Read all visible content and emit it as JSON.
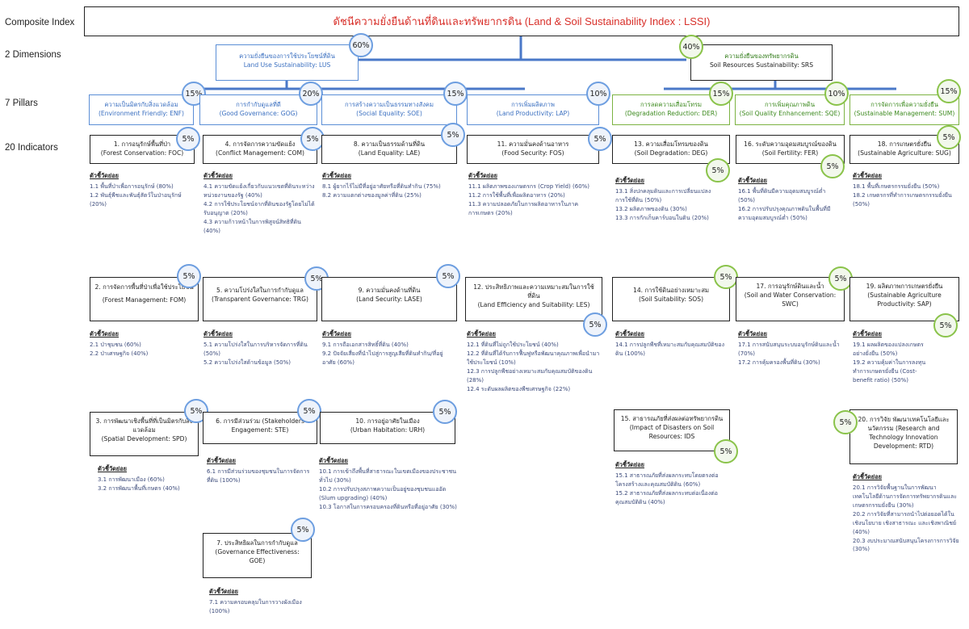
{
  "levels": {
    "composite": "Composite Index",
    "dimensions": "2 Dimensions",
    "pillars": "7 Pillars",
    "indicators": "20 Indicators"
  },
  "title": "ดัชนีความยั่งยืนด้านที่ดินและทรัพยากรดิน (Land & Soil Sustainability Index : LSSI)",
  "dimensions": [
    {
      "th": "ความยั่งยืนของการใช้ประโยชน์ที่ดิน",
      "en": "Land Use Sustainability: LUS",
      "weight": "60%"
    },
    {
      "th": "ความยั่งยืนของทรัพยากรดิน",
      "en": "Soil Resources Sustainability: SRS",
      "weight": "40%"
    }
  ],
  "pillars": [
    {
      "th": "ความเป็นมิตรกับสิ่งแวดล้อม",
      "en": "(Environment Friendly: ENF)",
      "weight": "15%"
    },
    {
      "th": "การกำกับดูแลที่ดี",
      "en": "(Good Governance: GOG)",
      "weight": "20%"
    },
    {
      "th": "การสร้างความเป็นธรรมทางสังคม",
      "en": "(Social Equality: SOE)",
      "weight": "15%"
    },
    {
      "th": "การเพิ่มผลิตภาพ",
      "en": "(Land Productivity: LAP)",
      "weight": "10%"
    },
    {
      "th": "การลดความเสื่อมโทรม",
      "en": "(Degradation Reduction: DER)",
      "weight": "15%"
    },
    {
      "th": "การเพิ่มคุณภาพดิน",
      "en": "(Soil Quality Enhancement: SQE)",
      "weight": "10%"
    },
    {
      "th": "การจัดการเพื่อความยั่งยืน",
      "en": "(Sustainable Management: SUM)",
      "weight": "15%"
    }
  ],
  "indicators": [
    {
      "th": "1. การอนุรักษ์พื้นที่ป่า",
      "en": "(Forest Conservation: FOC)",
      "weight": "5%",
      "sub_head": "ตัวชี้วัดย่อย",
      "subs": [
        "1.1 พื้นที่ป่าเพื่อการอนุรักษ์ (80%)",
        "1.2 พันธุ์พืชและพันธุ์สัตว์ในป่าอนุรักษ์ (20%)"
      ]
    },
    {
      "th": "4. การจัดการความขัดแย้ง",
      "en": "(Conflict Management: COM)",
      "weight": "5%",
      "sub_head": "ตัวชี้วัดย่อย",
      "subs": [
        "4.1 ความขัดแย้งเกี่ยวกับแนวเขตที่ดินระหว่างหน่วยงานของรัฐ (40%)",
        "4.2 การใช้ประโยชน์จากที่ดินของรัฐโดยไม่ได้รับอนุญาต (20%)",
        "4.3 ความก้าวหน้าในการพิสูจน์สิทธิที่ดิน (40%)"
      ]
    },
    {
      "th": "8. ความเป็นธรรมด้านที่ดิน",
      "en": "(Land Equality: LAE)",
      "weight": "5%",
      "sub_head": "ตัวชี้วัดย่อย",
      "subs": [
        "8.1 ผู้ยากไร้ไม่มีที่อยู่อาศัยหรือที่ดินทำกิน (75%)",
        "8.2 ความแตกต่างของมูลค่าที่ดิน (25%)"
      ]
    },
    {
      "th": "11. ความมั่นคงด้านอาหาร",
      "en": "(Food Security: FOS)",
      "weight": "5%",
      "sub_head": "ตัวชี้วัดย่อย",
      "subs": [
        "11.1 ผลิตภาพของเกษตรกร (Crop Yield) (60%)",
        "11.2 การใช้พื้นที่เพื่อผลิตอาหาร (20%)",
        "11.3 ความปลอดภัยในการผลิตอาหารในภาคการเกษตร (20%)"
      ]
    },
    {
      "th": "13. ความเสื่อมโทรมของดิน",
      "en": "(Soil Degradation: DEG)",
      "weight": "5%",
      "sub_head": "ตัวชี้วัดย่อย",
      "subs": [
        "13.1 สิ่งปกคลุมดินและการเปลี่ยนแปลงการใช้ที่ดิน (50%)",
        "13.2 ผลิตภาพของดิน (30%)",
        "13.3 การกักเก็บคาร์บอนในดิน (20%)"
      ]
    },
    {
      "th": "16. ระดับความอุดมสมบูรณ์ของดิน",
      "en": "(Soil Fertility: FER)",
      "weight": "5%",
      "sub_head": "ตัวชี้วัดย่อย",
      "subs": [
        "16.1 พื้นที่ดินมีความอุดมสมบูรณ์ต่ำ (50%)",
        "16.2 การปรับปรุงคุณภาพดินในพื้นที่มีความอุดมสมบูรณ์ต่ำ (50%)"
      ]
    },
    {
      "th": "18. การเกษตรยั่งยืน",
      "en": "(Sustainable Agriculture: SUG)",
      "weight": "5%",
      "sub_head": "ตัวชี้วัดย่อย",
      "subs": [
        "18.1 พื้นที่เกษตรกรรมยั่งยืน (50%)",
        "18.2 เกษตรกรที่ทำการเกษตรกรรมยั่งยืน (50%)"
      ]
    },
    {
      "th": "2. การจัดการพื้นที่ป่าเพื่อใช้ประโยชน์",
      "en": "(Forest Management: FOM)",
      "weight": "5%",
      "sub_head": "ตัวชี้วัดย่อย",
      "subs": [
        "2.1 ป่าชุมชน (60%)",
        "2.2 ป่าเศรษฐกิจ (40%)"
      ]
    },
    {
      "th": "5. ความโปร่งใสในการกำกับดูแล",
      "en": "(Transparent Governance: TRG)",
      "weight": "5%",
      "sub_head": "ตัวชี้วัดย่อย",
      "subs": [
        "5.1 ความโปร่งใสในการบริหารจัดการที่ดิน (50%)",
        "5.2 ความโปร่งใสด้านข้อมูล (50%)"
      ]
    },
    {
      "th": "9. ความมั่นคงด้านที่ดิน",
      "en": "(Land Security: LASE)",
      "weight": "5%",
      "sub_head": "ตัวชี้วัดย่อย",
      "subs": [
        "9.1 การถือเอกสารสิทธิ์ที่ดิน (40%)",
        "9.2 ปัจจัยเสี่ยงที่นำไปสู่การสูญเสียที่ดินทำกิน/ที่อยู่อาศัย (60%)"
      ]
    },
    {
      "th": "12. ประสิทธิภาพและความเหมาะสมในการใช้ที่ดิน",
      "en": "(Land Efficiency and Suitability: LES)",
      "weight": "5%",
      "sub_head": "ตัวชี้วัดย่อย",
      "subs": [
        "12.1 ที่ดินที่ไม่ถูกใช้ประโยชน์ (40%)",
        "12.2 ที่ดินที่ได้รับการฟื้นฟูหรือพัฒนาคุณภาพเพื่อนำมาใช้ประโยชน์ (10%)",
        "12.3 การปลูกพืชอย่างเหมาะสมกับคุณสมบัติของดิน (28%)",
        "12.4 ระดับผลผลิตของพืชเศรษฐกิจ (22%)"
      ]
    },
    {
      "th": "14. การใช้ดินอย่างเหมาะสม",
      "en": "(Soil Suitability: SOS)",
      "weight": "5%",
      "sub_head": "ตัวชี้วัดย่อย",
      "subs": [
        "14.1 การปลูกพืชที่เหมาะสมกับคุณสมบัติของดิน (100%)"
      ]
    },
    {
      "th": "17. การอนุรักษ์ดินและน้ำ",
      "en": "(Soil and Water Conservation: SWC)",
      "weight": "5%",
      "sub_head": "ตัวชี้วัดย่อย",
      "subs": [
        "17.1 การสนับสนุนระบบอนุรักษ์ดินและน้ำ (70%)",
        "17.2 การคุ้มครองพื้นที่ดิน (30%)"
      ]
    },
    {
      "th": "19. ผลิตภาพการเกษตรยั่งยืน",
      "en": "(Sustainable Agriculture Productivity: SAP)",
      "weight": "5%",
      "sub_head": "ตัวชี้วัดย่อย",
      "subs": [
        "19.1 ผลผลิตของแปลงเกษตรอย่างยั่งยืน (50%)",
        "19.2 ความคุ้มค่าในการลงทุนทำการเกษตรยั่งยืน (Cost-benefit ratio) (50%)"
      ]
    },
    {
      "th": "3. การพัฒนาเชิงพื้นที่ที่เป็นมิตรกับสิ่งแวดล้อม",
      "en": "(Spatial Development: SPD)",
      "weight": "5%",
      "sub_head": "ตัวชี้วัดย่อย",
      "subs": [
        "3.1 การพัฒนาเมือง (60%)",
        "3.2 การพัฒนาพื้นที่เกษตร (40%)"
      ]
    },
    {
      "th": "6. การมีส่วนร่วม (Stakeholders",
      "en": "Engagement: STE)",
      "weight": "5%",
      "sub_head": "ตัวชี้วัดย่อย",
      "subs": [
        "6.1 การมีส่วนร่วมของชุมชนในการจัดการที่ดิน (100%)"
      ]
    },
    {
      "th": "10. การอยู่อาศัยในเมือง",
      "en": "(Urban Habitation: URH)",
      "weight": "5%",
      "sub_head": "ตัวชี้วัดย่อย",
      "subs": [
        "10.1 การเข้าถึงพื้นที่สาธารณะในเขตเมืองของประชาชนทั่วไป (30%)",
        "10.2 การปรับปรุงสภาพความเป็นอยู่ของชุมชนแออัด (Slum upgrading) (40%)",
        "10.3 โอกาสในการครอบครองที่ดินหรือที่อยู่อาศัย (30%)"
      ]
    },
    {
      "th": "15. สาธารณภัยที่ส่งผลต่อทรัพยากรดิน",
      "en": "(Impact of Disasters on Soil Resources: IDS",
      "weight": "5%",
      "sub_head": "ตัวชี้วัดย่อย",
      "subs": [
        "15.1 สาธารณภัยที่ส่งผลกระทบโดยตรงต่อโครงสร้างและคุณสมบัติดิน (60%)",
        "15.2 สาธารณภัยที่ส่งผลกระทบต่อเนื่องต่อคุณสมบัติดิน (40%)"
      ]
    },
    {
      "th": "20. การวิจัย พัฒนาเทคโนโลยีและนวัตกรรม (Research and",
      "en": "Technology Innovation Development: RTD)",
      "weight": "5%",
      "sub_head": "ตัวชี้วัดย่อย",
      "subs": [
        "20.1 การวิจัยพื้นฐานในการพัฒนาเทคโนโลยีด้านการจัดการทรัพยากรดินและเกษตรกรรมยั่งยืน (30%)",
        "20.2 การวิจัยที่สามารถนำไปต่อยอดได้ในเชิงนโยบาย เชิงสาธารณะ และเชิงพาณิชย์ (40%)",
        "20.3 งบประมาณสนับสนุนโครงการการวิจัย (30%)"
      ]
    },
    {
      "th": "7. ประสิทธิผลในการกำกับดูแล",
      "en": "(Governance Effectiveness: GOE)",
      "weight": "5%",
      "sub_head": "ตัวชี้วัดย่อย",
      "subs": [
        "7.1 ความครอบคลุมในการวางผังเมือง (100%)"
      ]
    }
  ],
  "colors": {
    "blue": "#5b8ed6",
    "green": "#7cb342",
    "title_red": "#d8302a",
    "line_blue": "#4a78c8"
  }
}
